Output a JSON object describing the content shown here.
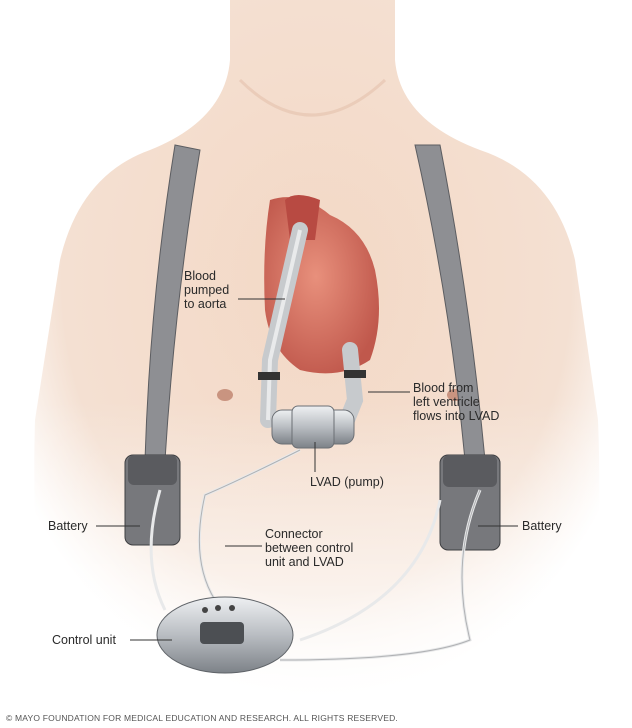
{
  "labels": {
    "aorta": [
      "Blood",
      "pumped",
      "to aorta"
    ],
    "ventricle": [
      "Blood from",
      "left ventricle",
      "flows into LVAD"
    ],
    "pump": "LVAD (pump)",
    "battery_left": "Battery",
    "battery_right": "Battery",
    "connector": [
      "Connector",
      "between control",
      "unit and LVAD"
    ],
    "control_unit": "Control unit"
  },
  "copyright": "© MAYO FOUNDATION FOR MEDICAL EDUCATION AND RESEARCH. ALL RIGHTS RESERVED.",
  "colors": {
    "skin": "#f1d5c2",
    "strap": "#8a8a8a",
    "heart": "#d9786a",
    "device": "#c9ccd0"
  }
}
